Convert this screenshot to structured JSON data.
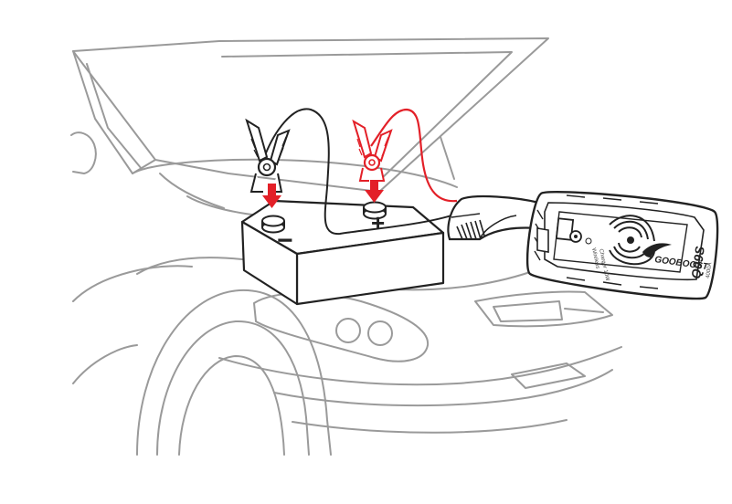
{
  "diagram": {
    "colors": {
      "car_outline": "#9a9a9a",
      "ink": "#222222",
      "positive": "#e32028",
      "negative": "#222222",
      "background": "#ffffff"
    },
    "battery": {
      "positive_symbol": "+",
      "negative_symbol": "−"
    },
    "jump_starter": {
      "brand": "GOOBOOST",
      "model": "Q09S",
      "model_suffix": "4000A",
      "feature_note_1": "Wireless",
      "feature_note_2": "Charger 10W"
    },
    "icons": {
      "positive_arrow": "arrow-down-icon",
      "negative_arrow": "arrow-down-icon",
      "power_button": "power-button-icon",
      "wireless_charging": "wireless-charging-icon"
    }
  }
}
